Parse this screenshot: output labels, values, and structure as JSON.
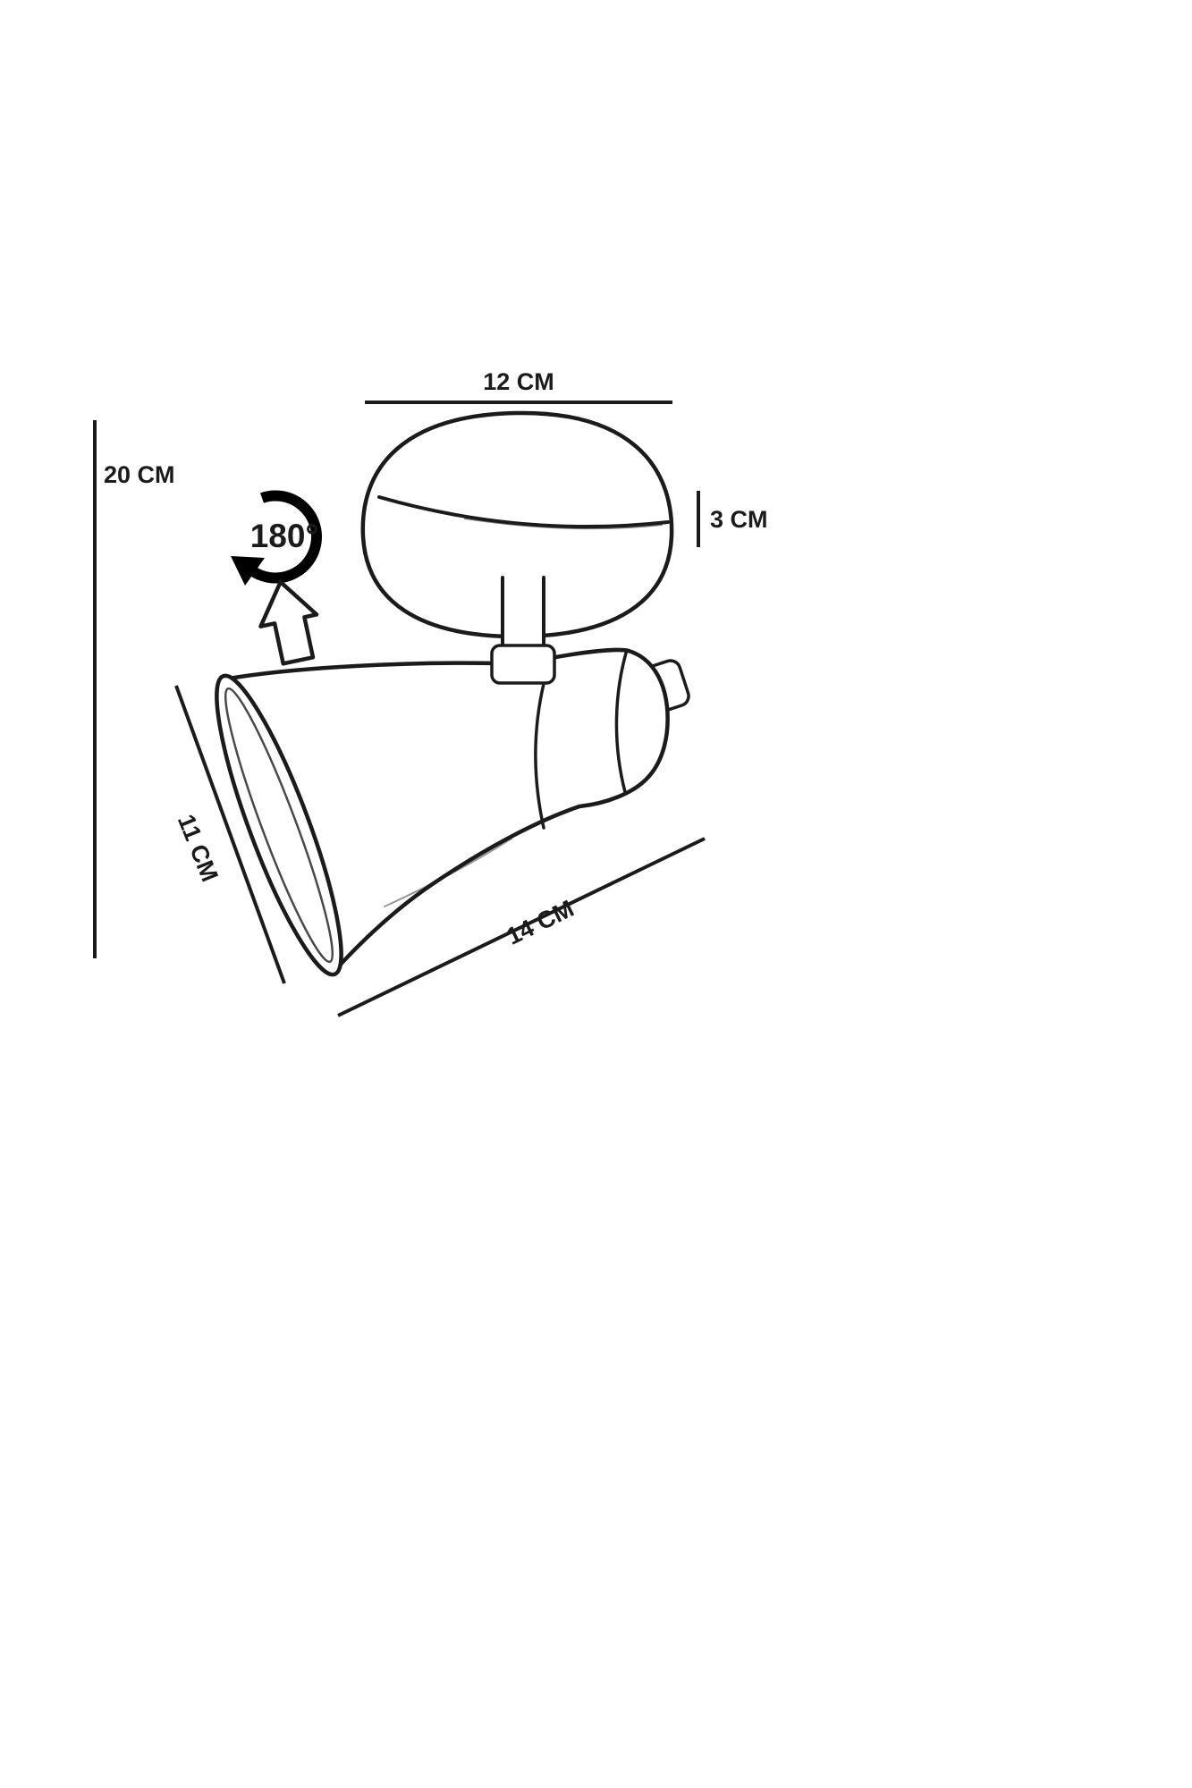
{
  "page": {
    "background": "#ffffff"
  },
  "diagram": {
    "type": "product-dimension-drawing",
    "subject": "adjustable-spot-lamp",
    "ink_color": "#1b1b1b",
    "labels": {
      "top_width": "12 CM",
      "left_height": "20 CM",
      "base_thickness": "3 CM",
      "shade_width": "11 CM",
      "body_length": "14 CM",
      "rotation_angle": "180°"
    },
    "icons": {
      "rotation": "circular-arrow-icon",
      "direction": "up-arrow-icon"
    }
  }
}
